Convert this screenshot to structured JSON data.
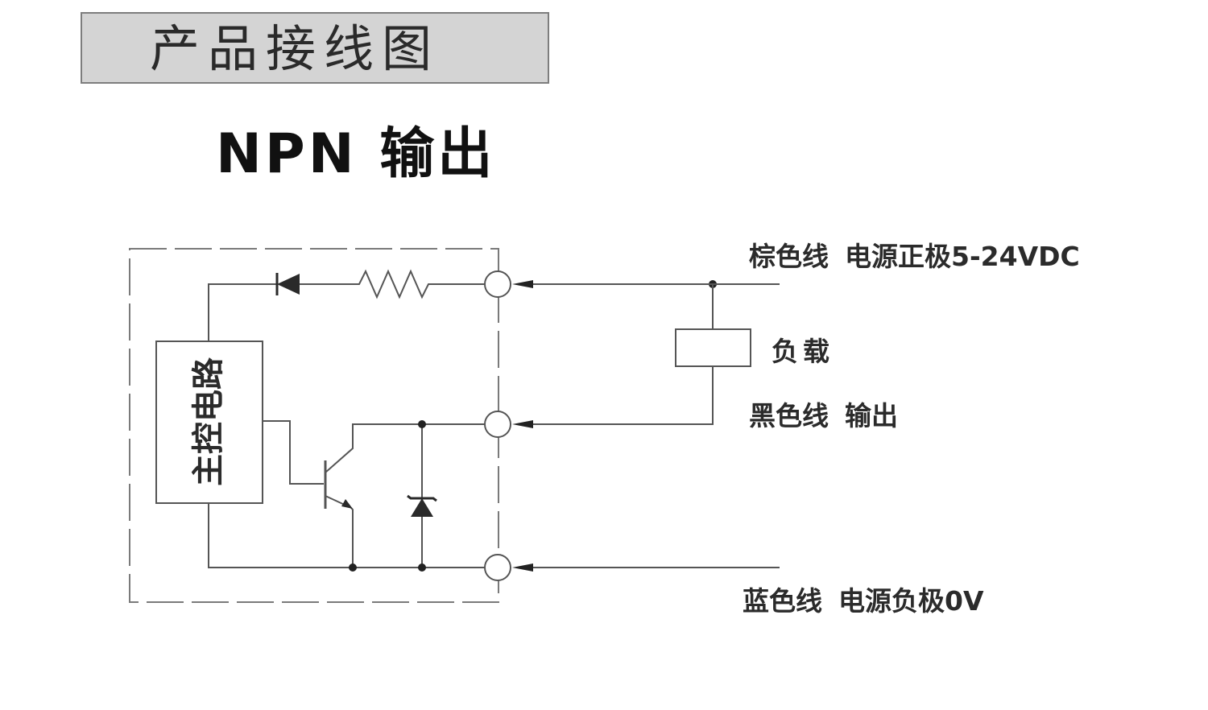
{
  "header": {
    "title": "产品接线图",
    "subtitle": "NPN 输出"
  },
  "diagram": {
    "main_block_label": "主控电路",
    "wires": {
      "brown": {
        "label": "棕色线",
        "desc": "电源正极5-24VDC"
      },
      "black": {
        "label": "黑色线",
        "desc": "输出"
      },
      "blue": {
        "label": "蓝色线",
        "desc": "电源负极0V"
      }
    },
    "load_label": "负载"
  }
}
